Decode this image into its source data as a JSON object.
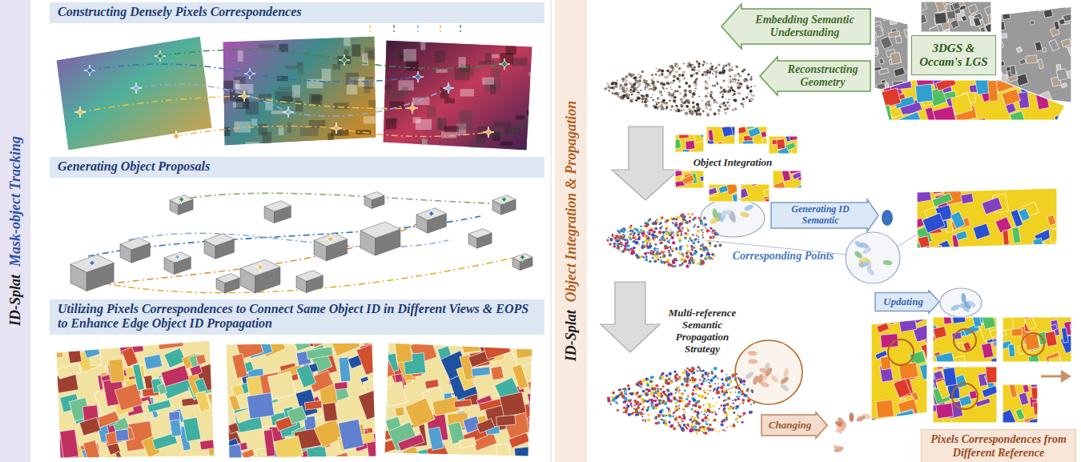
{
  "diagram": {
    "nodes": [
      {
        "text": [
          "ID-Splat",
          "Mask-object Tracking"
        ]
      },
      {
        "text": [
          "Constructing Densely Pixels Correspondences"
        ]
      },
      {
        "text": [
          "Generating Object Proposals"
        ]
      },
      {
        "text": [
          "Utilizing Pixels Correspondences to Connect Same Object ID in Different Views & EOPS to Enhance Edge Object ID Propagation"
        ]
      },
      {
        "text": [
          "ID-Splat",
          "Object Integration & Propagation"
        ]
      },
      {
        "text": [
          "Embedding Semantic Understanding"
        ]
      },
      {
        "text": [
          "Reconstructing Geometry"
        ]
      },
      {
        "text": [
          "3DGS & Occam's LGS"
        ]
      },
      {
        "text": [
          "Generating ID Semantic"
        ]
      },
      {
        "text": [
          "Updating"
        ]
      },
      {
        "text": [
          "Changing"
        ]
      },
      {
        "text": [
          "Pixels Correspondences from Different Reference"
        ]
      }
    ],
    "labels": [
      "Object Integration",
      "Corresponding Points",
      "Multi-reference Semantic Propagation Strategy"
    ]
  }
}
